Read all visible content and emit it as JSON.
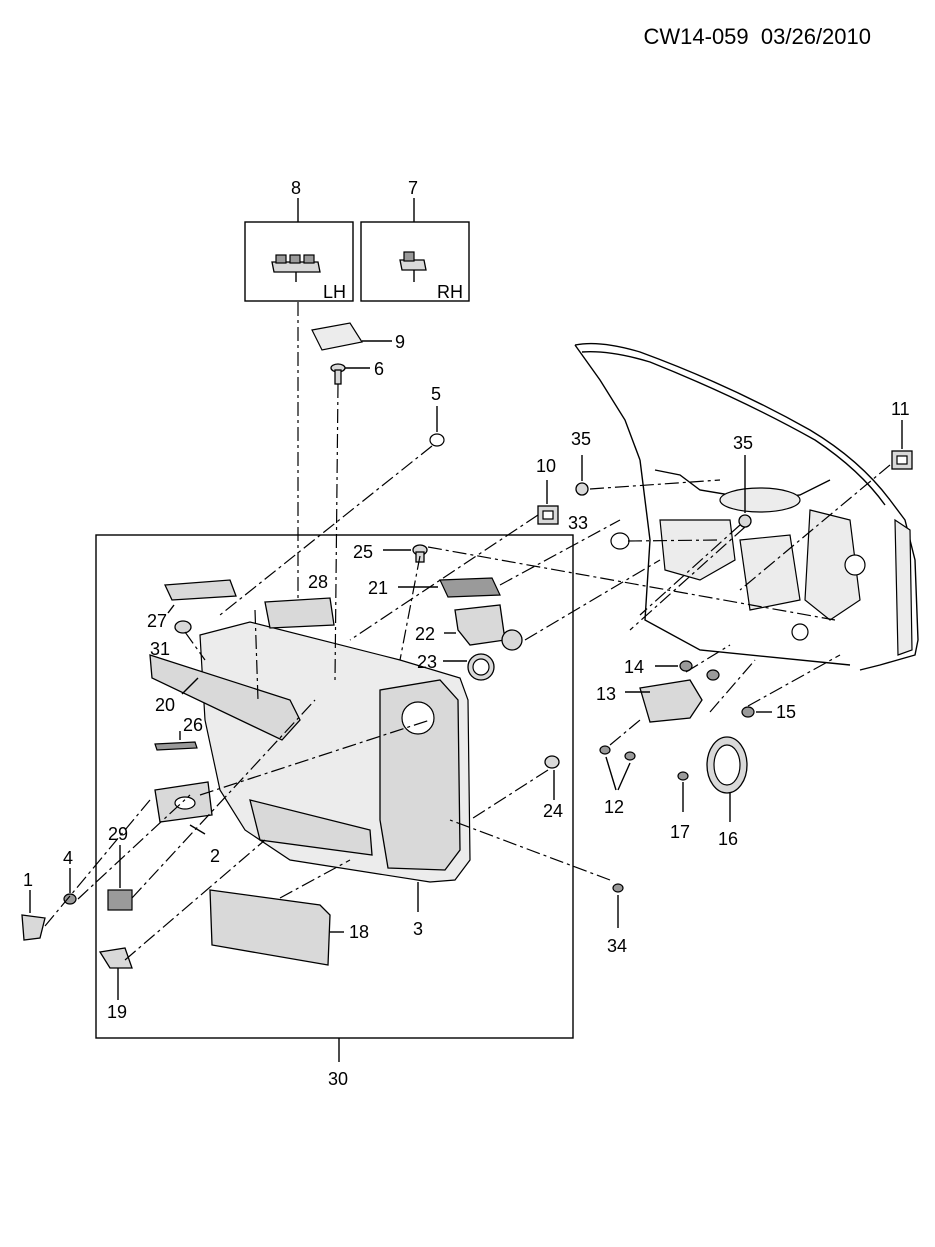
{
  "header": {
    "code": "CW14-059",
    "date": "03/26/2010"
  },
  "callouts": {
    "p1": "1",
    "p2": "2",
    "p3": "3",
    "p4": "4",
    "p5": "5",
    "p6": "6",
    "p7": "7",
    "p8": "8",
    "p9": "9",
    "p10": "10",
    "p11": "11",
    "p12": "12",
    "p13": "13",
    "p14": "14",
    "p15": "15",
    "p16": "16",
    "p17": "17",
    "p18": "18",
    "p19": "19",
    "p20": "20",
    "p21": "21",
    "p22": "22",
    "p23": "23",
    "p24": "24",
    "p25": "25",
    "p26": "26",
    "p27": "27",
    "p28": "28",
    "p29": "29",
    "p30": "30",
    "p31": "31",
    "p33": "33",
    "p34": "34",
    "p35a": "35",
    "p35b": "35"
  },
  "inset_labels": {
    "lh": "LH",
    "rh": "RH"
  }
}
